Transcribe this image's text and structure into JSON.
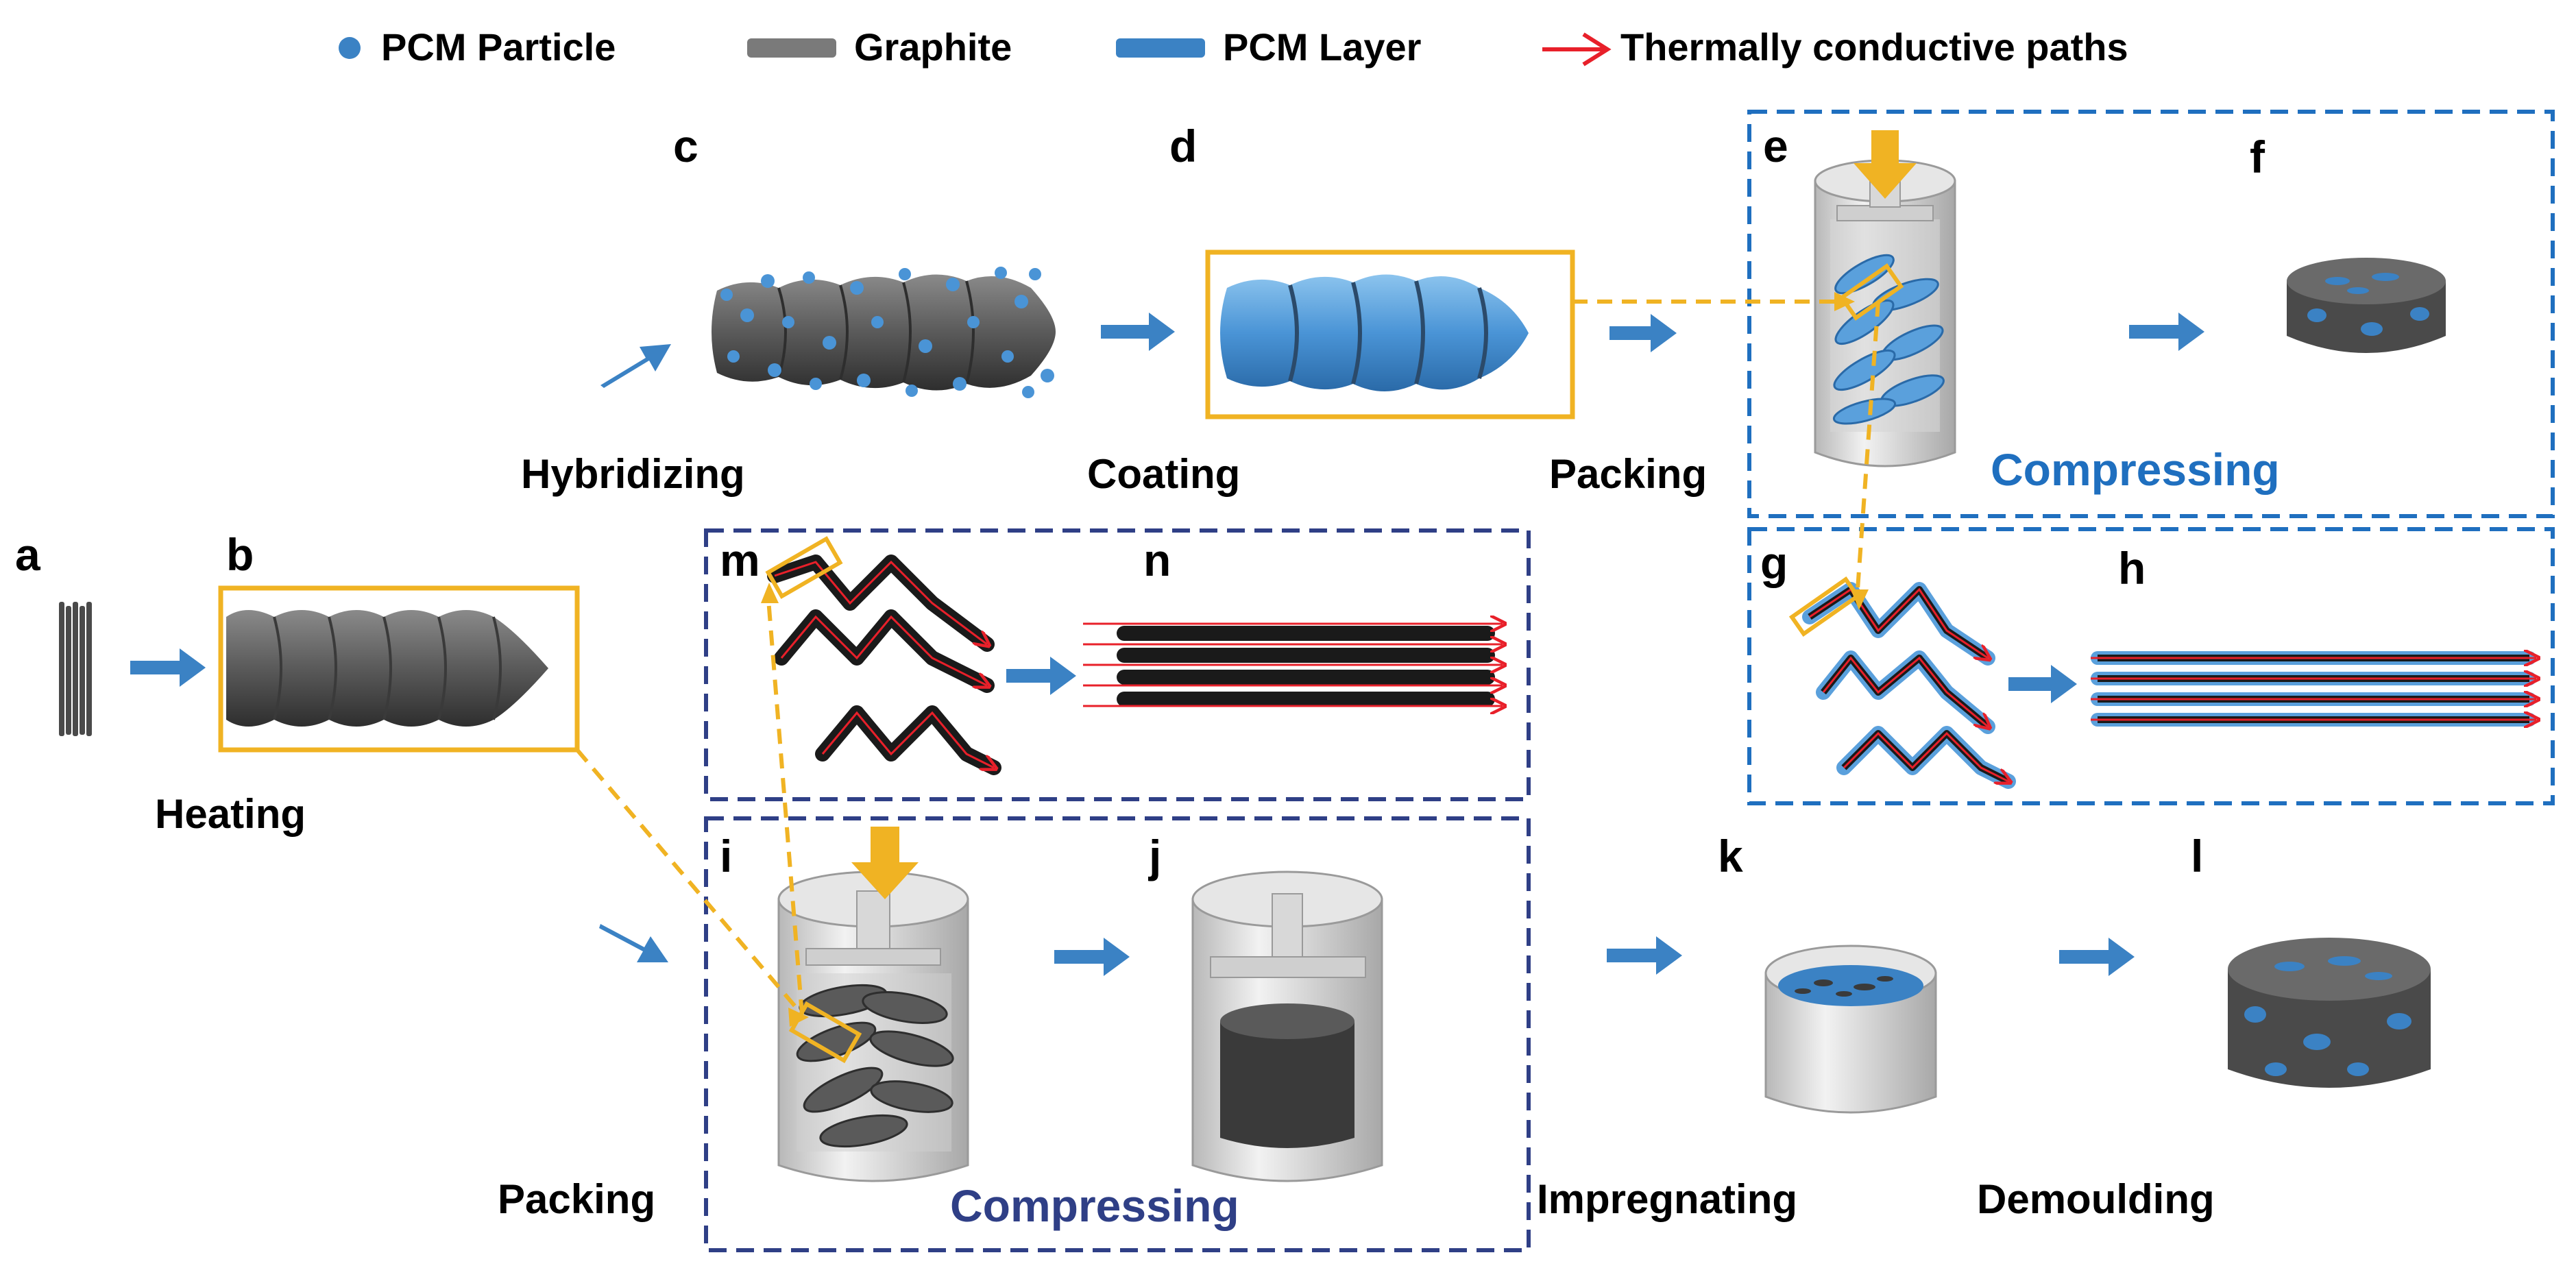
{
  "legend": {
    "particle": "PCM Particle",
    "graphite": "Graphite",
    "layer": "PCM Layer",
    "paths": "Thermally conductive paths"
  },
  "panels": {
    "a": "a",
    "b": "b",
    "c": "c",
    "d": "d",
    "e": "e",
    "f": "f",
    "g": "g",
    "h": "h",
    "i": "i",
    "j": "j",
    "k": "k",
    "l": "l",
    "m": "m",
    "n": "n"
  },
  "steps": {
    "heating": "Heating",
    "hybridizing": "Hybridizing",
    "coating": "Coating",
    "packing_top": "Packing",
    "compressing_top": "Compressing",
    "packing_bottom": "Packing",
    "compressing_bottom": "Compressing",
    "impregnating": "Impregnating",
    "demoulding": "Demoulding"
  },
  "colors": {
    "pcm_blue": "#3b82c4",
    "graphite": "#5a5a5a",
    "path_red": "#e8202a",
    "highlight_orange": "#f0b323",
    "box_blue": "#1f6fbf",
    "box_navy": "#2f3f86"
  }
}
